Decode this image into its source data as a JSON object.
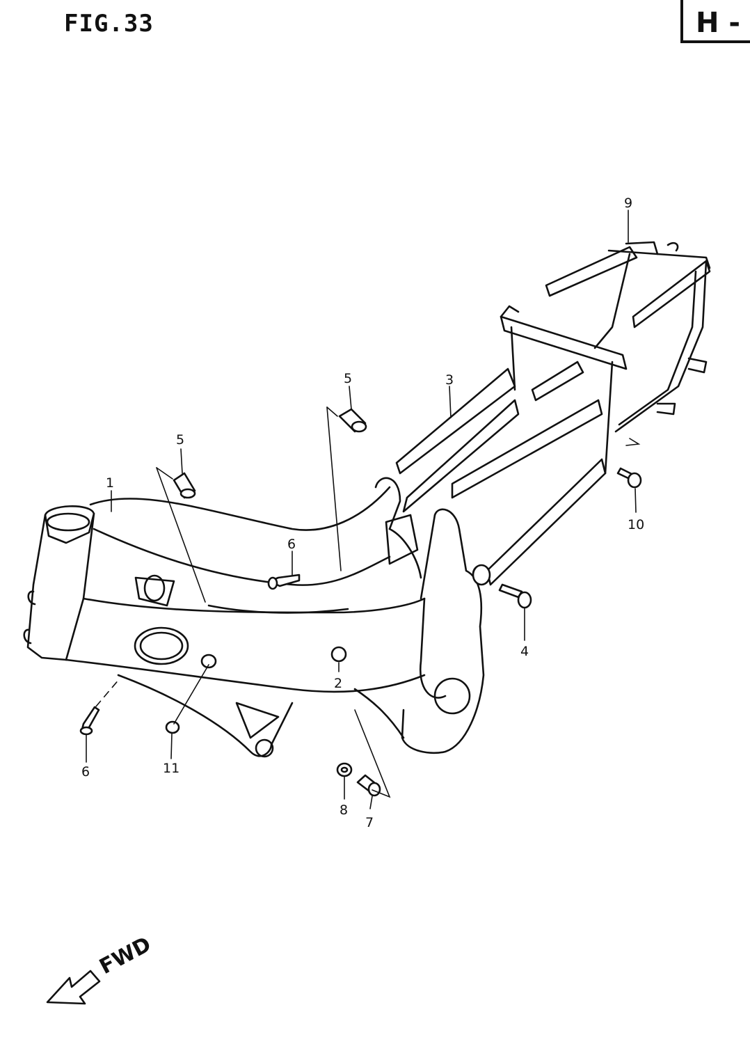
{
  "figure": {
    "title": "FIG.33",
    "section_tag": "H -"
  },
  "callouts": [
    {
      "id": "c1",
      "label": "1"
    },
    {
      "id": "c2",
      "label": "2"
    },
    {
      "id": "c3",
      "label": "3"
    },
    {
      "id": "c4",
      "label": "4"
    },
    {
      "id": "c5a",
      "label": "5"
    },
    {
      "id": "c5b",
      "label": "5"
    },
    {
      "id": "c6a",
      "label": "6"
    },
    {
      "id": "c6b",
      "label": "6"
    },
    {
      "id": "c7",
      "label": "7"
    },
    {
      "id": "c8",
      "label": "8"
    },
    {
      "id": "c9",
      "label": "9"
    },
    {
      "id": "c10",
      "label": "10"
    },
    {
      "id": "c11",
      "label": "11"
    }
  ],
  "direction": {
    "label": "FWD",
    "icon": "forward-arrow-icon"
  }
}
